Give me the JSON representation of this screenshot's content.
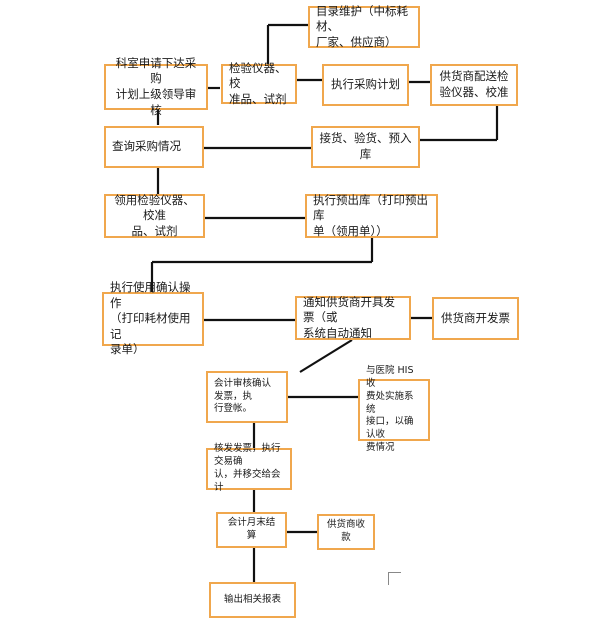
{
  "nodes": {
    "catalog_maintenance": "目录维护（中标耗材、\n厂家、供应商）",
    "dept_apply": "科室申请下达采购\n计划上级领导审核",
    "inspect_items": "检验仪器、校\n准品、试剂",
    "execute_purchase": "执行采购计划",
    "supplier_deliver": "供货商配送检\n验仪器、校准",
    "query_purchase": "查询采购情况",
    "receive_accept": "接货、验货、预入库",
    "receive_items": "领用检验仪器、校准\n品、试剂",
    "pre_outbound": "执行预出库（打印预出库\n单（领用单））",
    "confirm_use": "执行使用确认操作\n（打印耗材使用记\n录单）",
    "notify_supplier": "通知供货商开具发票（或\n系统自动通知",
    "supplier_invoice": "供货商开发票",
    "accounting_review": "会计审核确认发票，执\n行登帐。",
    "his_interface": "与医院 HIS 收\n费处实施系统\n接口，以确认收\n费情况",
    "verify_invoice": "核发发票，执行交易确\n认，并移交给会计",
    "month_end": "会计月末结算",
    "supplier_payment": "供货商收款",
    "output_report": "输出相关报表"
  },
  "colors": {
    "box_border": "#f0a74d",
    "connector": "#111111"
  }
}
